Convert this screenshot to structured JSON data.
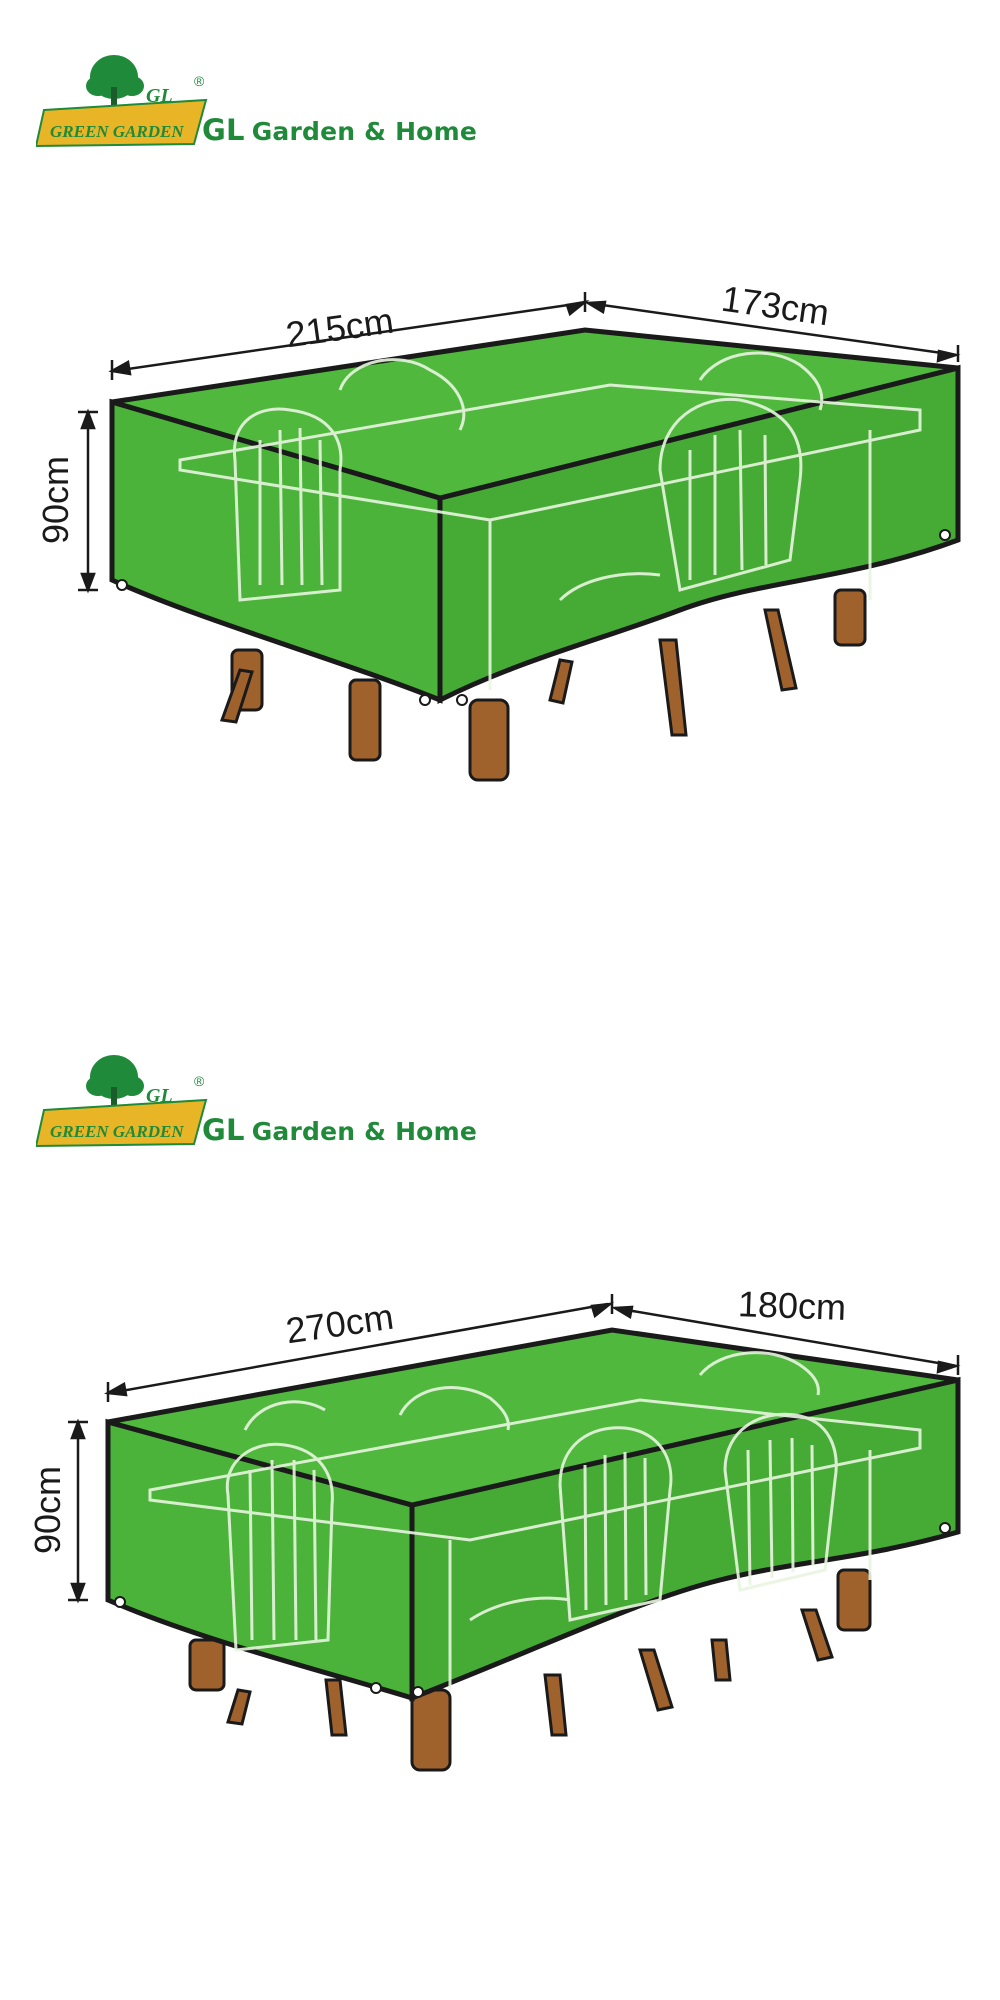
{
  "brand": {
    "logo_text": "GL",
    "logo_subtext": "GREEN GARDEN",
    "registered_mark": "®",
    "tagline_prefix": "GL",
    "tagline": "Garden & Home"
  },
  "colors": {
    "cover_green": "#4cb33a",
    "cover_green_dark": "#3e9a2c",
    "outline": "#1a1a1a",
    "leg_brown": "#a0622d",
    "logo_green": "#1f8a3a",
    "logo_gold": "#e7b526"
  },
  "panels": [
    {
      "dimensions": {
        "length": "215cm",
        "width": "173cm",
        "height": "90cm"
      },
      "chairs": 4
    },
    {
      "dimensions": {
        "length": "270cm",
        "width": "180cm",
        "height": "90cm"
      },
      "chairs": 6
    }
  ]
}
